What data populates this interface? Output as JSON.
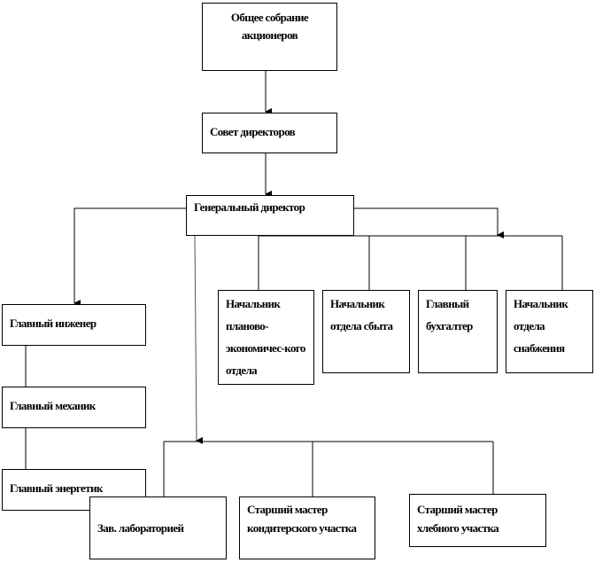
{
  "nodes": {
    "shareholders": "Общее собрание акционеров",
    "board": "Совет директоров",
    "ceo": "Генеральный директор",
    "chief_engineer": "Главный инженер",
    "chief_mechanic": "Главный механик",
    "chief_power": "Главный энергетик",
    "planning_head": "Начальник планово-экономичес-кого отдела",
    "sales_head": "Начальник отдела сбыта",
    "accountant": "Главный бухгалтер",
    "supply_head": "Начальник отдела снабжения",
    "lab_head": "Зав. лабораторией",
    "confectionery_master": "Старший мастер кондитерского участка",
    "bakery_master": "Старший мастер хлебного участка"
  }
}
